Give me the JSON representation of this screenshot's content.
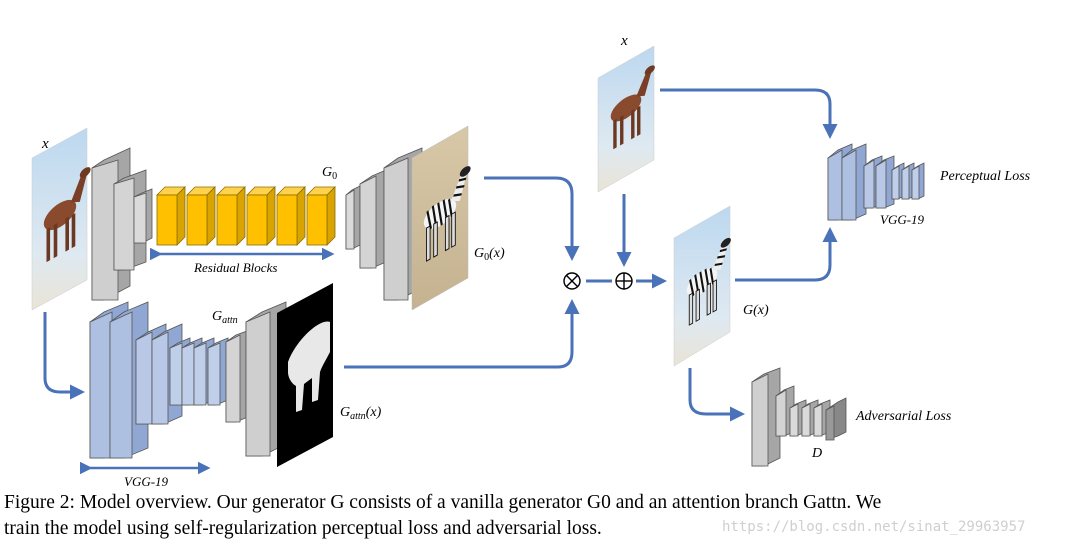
{
  "labels": {
    "x_input": "x",
    "x_top": "x",
    "g0": "G",
    "g0_sub": "0",
    "g0x": "G",
    "g0x_sub": "0",
    "g0x_arg": "(x)",
    "gattn": "G",
    "gattn_sub": "attn",
    "gattnx": "G",
    "gattnx_sub": "attn",
    "gattnx_arg": "(x)",
    "gx": "G(x)",
    "residual_blocks": "Residual Blocks",
    "vgg19_bottom": "VGG-19",
    "vgg19_right": "VGG-19",
    "perceptual_loss": "Perceptual Loss",
    "adversarial_loss": "Adversarial Loss",
    "d": "D",
    "otimes": "⊗",
    "oplus": "⊕"
  },
  "caption": {
    "line1": "Figure 2: Model overview. Our generator G consists of a vanilla generator G0 and an attention branch Gattn. We",
    "line2": "train the model using self-regularization perceptual loss and adversarial loss."
  },
  "watermark": "https://blog.csdn.net/sinat_29963957",
  "colors": {
    "arrow": "#4a72b8",
    "gray_block": "#bfbfbf",
    "blue_block": "#aec0e2",
    "yellow_block": "#ffc000"
  }
}
